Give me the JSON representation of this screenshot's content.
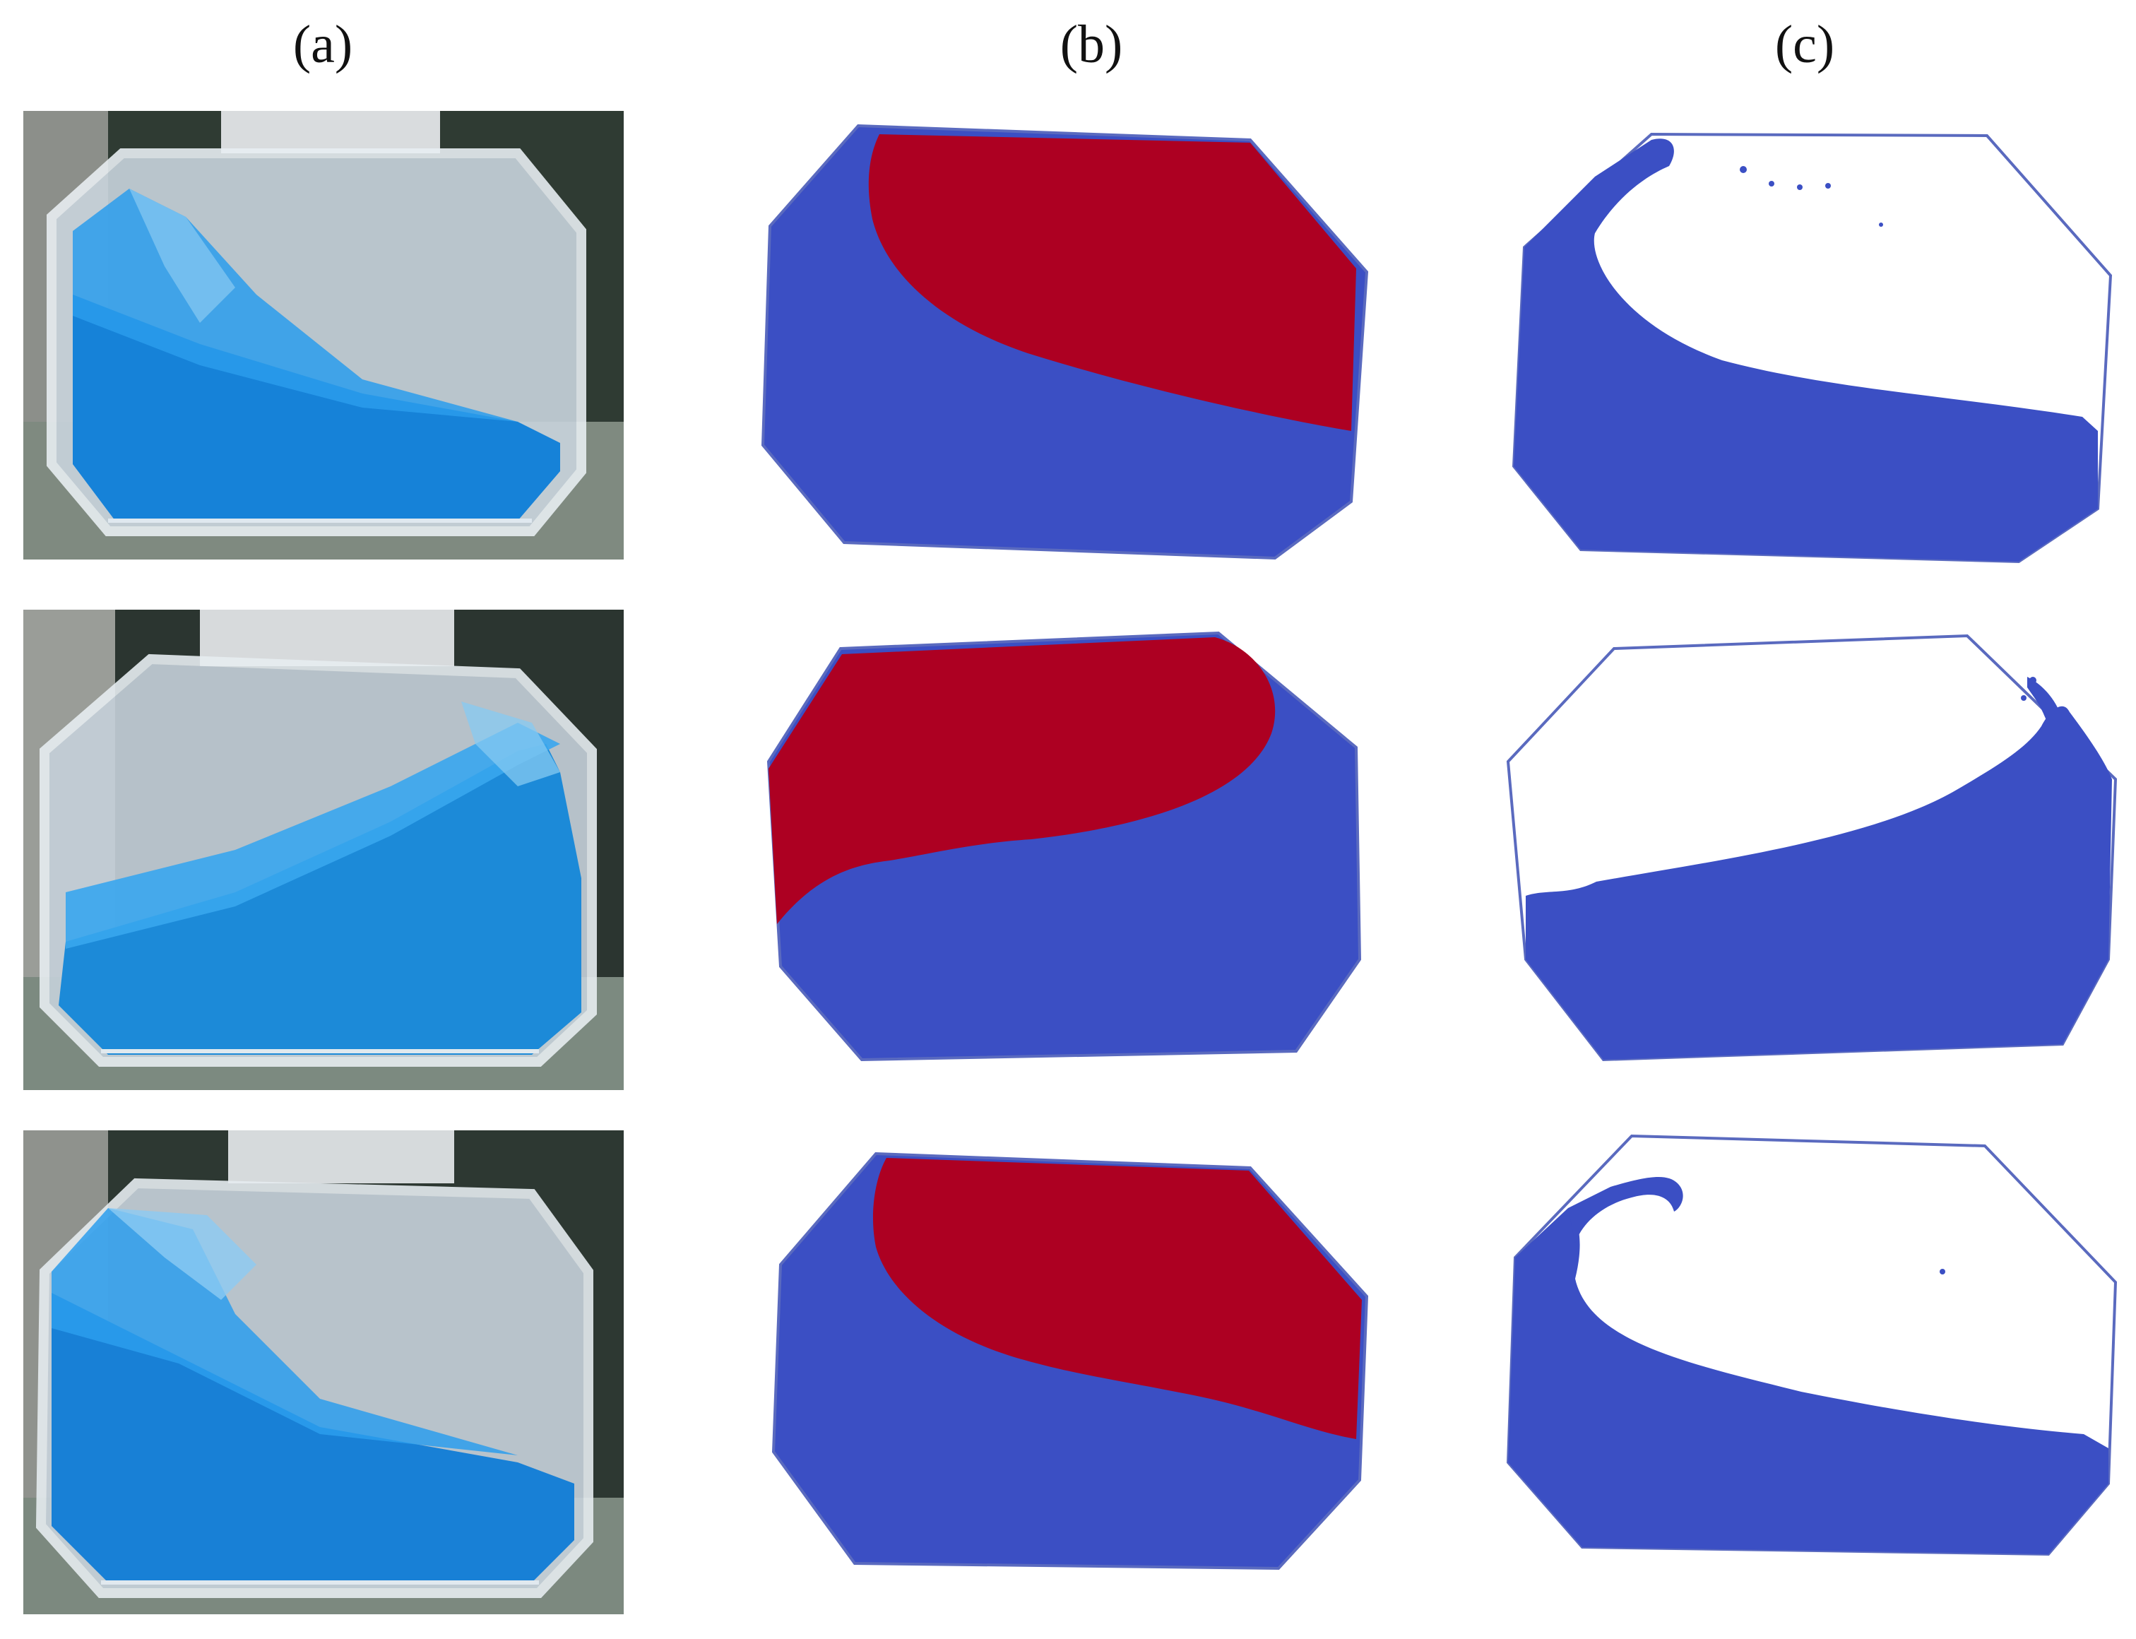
{
  "figure": {
    "column_labels": [
      "(a)",
      "(b)",
      "(c)"
    ],
    "colors": {
      "liquid_blue": "#3b4fc4",
      "gas_red": "#ad0022",
      "tank_outline": "#5a6abf",
      "photo_water": "#1f8fe0",
      "photo_background": "#2b3530"
    },
    "rows": [
      {
        "row": 1,
        "photo": "experimental-sloshing-photo",
        "sim_two_phase": "vof-phase-field",
        "sim_liquid": "sph-liquid-particles"
      },
      {
        "row": 2,
        "photo": "experimental-sloshing-photo",
        "sim_two_phase": "vof-phase-field",
        "sim_liquid": "sph-liquid-particles"
      },
      {
        "row": 3,
        "photo": "experimental-sloshing-photo",
        "sim_two_phase": "vof-phase-field",
        "sim_liquid": "sph-liquid-particles"
      }
    ]
  }
}
